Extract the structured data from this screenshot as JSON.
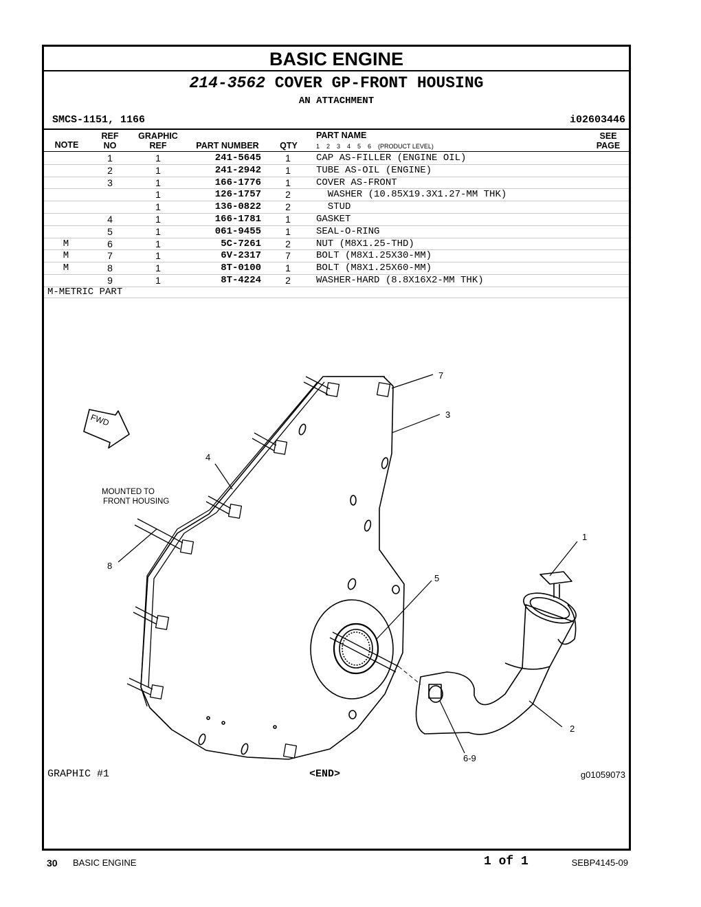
{
  "section_title": "BASIC ENGINE",
  "group": {
    "number": "214-3562",
    "name": "COVER GP-FRONT HOUSING",
    "subtitle": "AN ATTACHMENT"
  },
  "smcs": "SMCS-1151, 1166",
  "doc_id": "i02603446",
  "headers": {
    "note": "NOTE",
    "ref_top": "REF",
    "ref_bottom": "NO",
    "graphic_top": "GRAPHIC",
    "graphic_bottom": "REF",
    "part_number": "PART NUMBER",
    "qty": "QTY",
    "part_name": "PART NAME",
    "levels": "1    2    3    4    5    6    (PRODUCT LEVEL)",
    "see_top": "SEE",
    "see_bottom": "PAGE"
  },
  "parts": [
    {
      "note": "",
      "ref": "1",
      "graphic": "1",
      "part_number": "241-5645",
      "qty": "1",
      "name": "CAP AS-FILLER (ENGINE OIL)"
    },
    {
      "note": "",
      "ref": "2",
      "graphic": "1",
      "part_number": "241-2942",
      "qty": "1",
      "name": "TUBE AS-OIL (ENGINE)"
    },
    {
      "note": "",
      "ref": "3",
      "graphic": "1",
      "part_number": "166-1776",
      "qty": "1",
      "name": "COVER AS-FRONT"
    },
    {
      "note": "",
      "ref": "",
      "graphic": "1",
      "part_number": "126-1757",
      "qty": "2",
      "name": "  WASHER (10.85X19.3X1.27-MM THK)"
    },
    {
      "note": "",
      "ref": "",
      "graphic": "1",
      "part_number": "136-0822",
      "qty": "2",
      "name": "  STUD"
    },
    {
      "note": "",
      "ref": "4",
      "graphic": "1",
      "part_number": "166-1781",
      "qty": "1",
      "name": "GASKET"
    },
    {
      "note": "",
      "ref": "5",
      "graphic": "1",
      "part_number": "061-9455",
      "qty": "1",
      "name": "SEAL-O-RING"
    },
    {
      "note": "M",
      "ref": "6",
      "graphic": "1",
      "part_number": "5C-7261",
      "qty": "2",
      "name": "NUT (M8X1.25-THD)"
    },
    {
      "note": "M",
      "ref": "7",
      "graphic": "1",
      "part_number": "6V-2317",
      "qty": "7",
      "name": "BOLT (M8X1.25X30-MM)"
    },
    {
      "note": "M",
      "ref": "8",
      "graphic": "1",
      "part_number": "8T-0100",
      "qty": "1",
      "name": "BOLT (M8X1.25X60-MM)"
    },
    {
      "note": "",
      "ref": "9",
      "graphic": "1",
      "part_number": "8T-4224",
      "qty": "2",
      "name": "WASHER-HARD (8.8X16X2-MM THK)"
    }
  ],
  "metric_note": "M-METRIC PART",
  "illustration": {
    "fwd_label": "FWD",
    "mounted_line1": "MOUNTED TO",
    "mounted_line2": "FRONT HOUSING",
    "callouts": {
      "c1": "1",
      "c2": "2",
      "c3": "3",
      "c4": "4",
      "c5": "5",
      "c69": "6-9",
      "c7": "7",
      "c8": "8"
    }
  },
  "graphic_label": "GRAPHIC #1",
  "end_label": "<END>",
  "graphic_id": "g01059073",
  "footer": {
    "page_number": "30",
    "title": "BASIC ENGINE",
    "page_of": "1 of 1",
    "publication": "SEBP4145-09"
  }
}
